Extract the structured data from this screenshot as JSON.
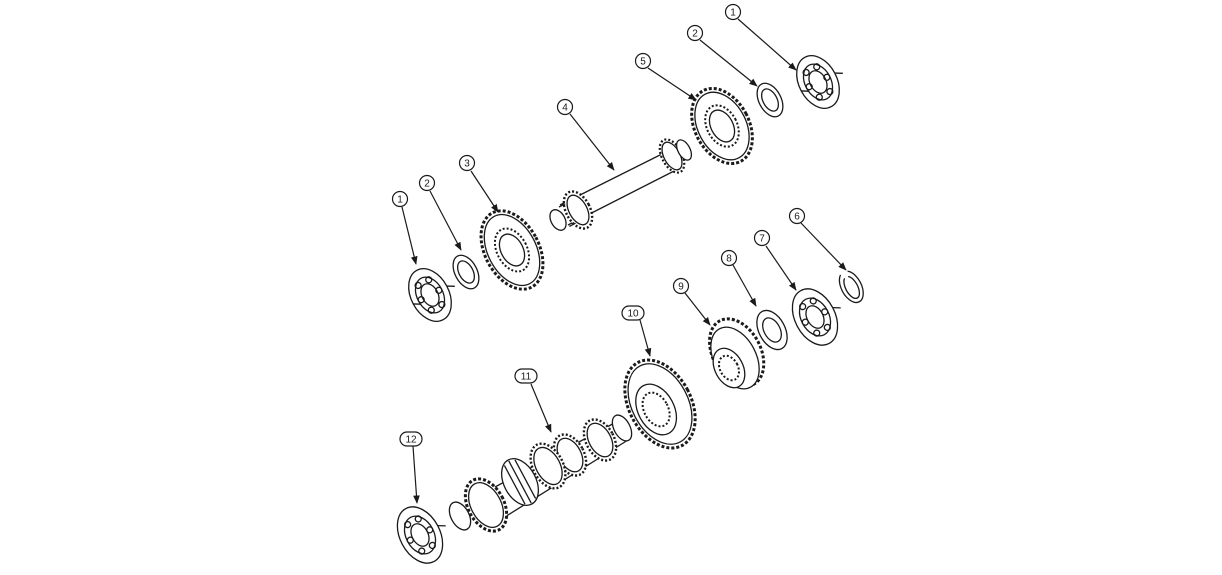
{
  "callouts": {
    "c1_top": "1",
    "c2_top": "2",
    "c5": "5",
    "c4": "4",
    "c1_left": "1",
    "c2_left": "2",
    "c3": "3",
    "c6": "6",
    "c7": "7",
    "c8": "8",
    "c9": "9",
    "c10": "10",
    "c11": "11",
    "c12": "12"
  },
  "colors": {
    "ink": "#1a1a1a",
    "paper": "#ffffff",
    "shade": "#d9d9d9"
  }
}
